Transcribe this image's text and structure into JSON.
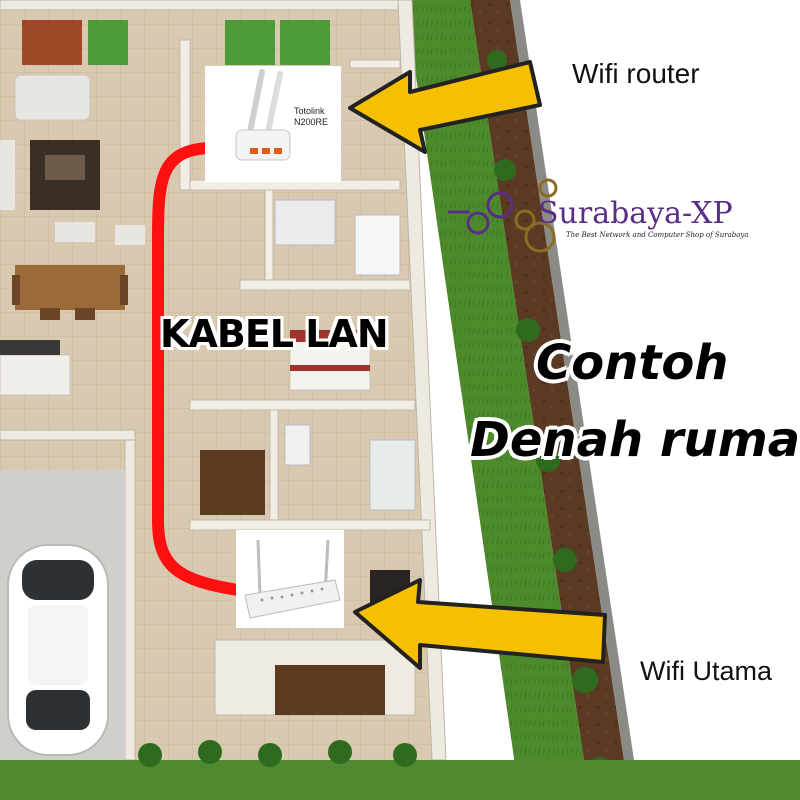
{
  "labels": {
    "router": "Wifi router",
    "main_wifi": "Wifi Utama",
    "cable": "KABEL LAN",
    "title_line1": "Contoh",
    "title_line2": "Denah rumah"
  },
  "router_device": {
    "name_line1": "Totolink",
    "name_line2": "N200RE"
  },
  "watermark": {
    "brand": "Surabaya-XP",
    "tagline": "The Best Network and Computer Shop of Surabaya"
  },
  "colors": {
    "cable": "#ff1010",
    "arrow": "#f6c000",
    "lawn": "#4d8a2b",
    "brand": "#5a2d86"
  }
}
